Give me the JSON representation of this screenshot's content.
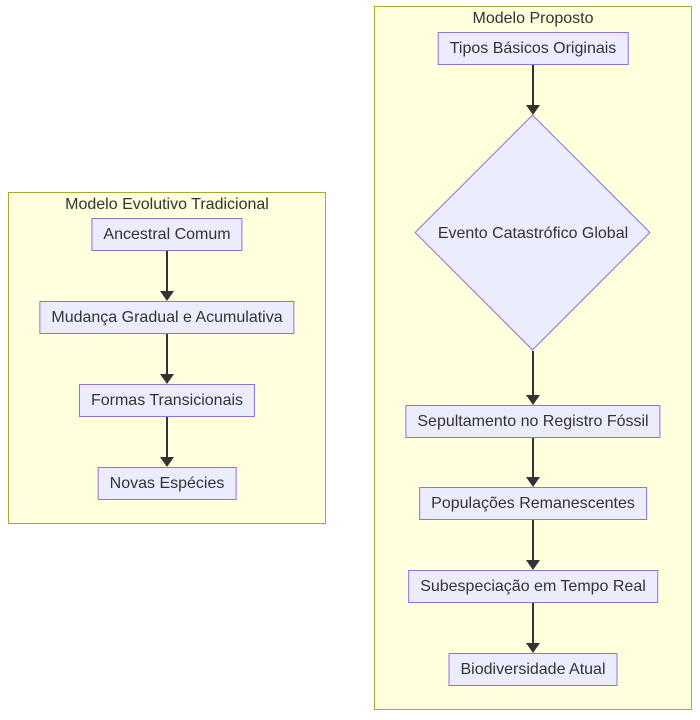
{
  "diagram_type": "flowchart",
  "colors": {
    "cluster_fill": "#ffffde",
    "cluster_border": "#aaaa33",
    "node_fill": "#ECECFF",
    "node_border": "#9370DB",
    "text": "#333333",
    "arrow": "#333333",
    "background": "#ffffff"
  },
  "clusters": [
    {
      "title": "Modelo Evolutivo Tradicional",
      "nodes": [
        {
          "label": "Ancestral Comum",
          "shape": "rect"
        },
        {
          "label": "Mudança Gradual e Acumulativa",
          "shape": "rect"
        },
        {
          "label": "Formas Transicionais",
          "shape": "rect"
        },
        {
          "label": "Novas Espécies",
          "shape": "rect"
        }
      ],
      "edges": [
        {
          "from": "Ancestral Comum",
          "to": "Mudança Gradual e Acumulativa"
        },
        {
          "from": "Mudança Gradual e Acumulativa",
          "to": "Formas Transicionais"
        },
        {
          "from": "Formas Transicionais",
          "to": "Novas Espécies"
        }
      ]
    },
    {
      "title": "Modelo Proposto",
      "nodes": [
        {
          "label": "Tipos Básicos Originais",
          "shape": "rect"
        },
        {
          "label": "Evento Catastrófico Global",
          "shape": "diamond"
        },
        {
          "label": "Sepultamento no Registro Fóssil",
          "shape": "rect"
        },
        {
          "label": "Populações Remanescentes",
          "shape": "rect"
        },
        {
          "label": "Subespeciação em Tempo Real",
          "shape": "rect"
        },
        {
          "label": "Biodiversidade Atual",
          "shape": "rect"
        }
      ],
      "edges": [
        {
          "from": "Tipos Básicos Originais",
          "to": "Evento Catastrófico Global"
        },
        {
          "from": "Evento Catastrófico Global",
          "to": "Sepultamento no Registro Fóssil"
        },
        {
          "from": "Sepultamento no Registro Fóssil",
          "to": "Populações Remanescentes"
        },
        {
          "from": "Populações Remanescentes",
          "to": "Subespeciação em Tempo Real"
        },
        {
          "from": "Subespeciação em Tempo Real",
          "to": "Biodiversidade Atual"
        }
      ]
    }
  ]
}
